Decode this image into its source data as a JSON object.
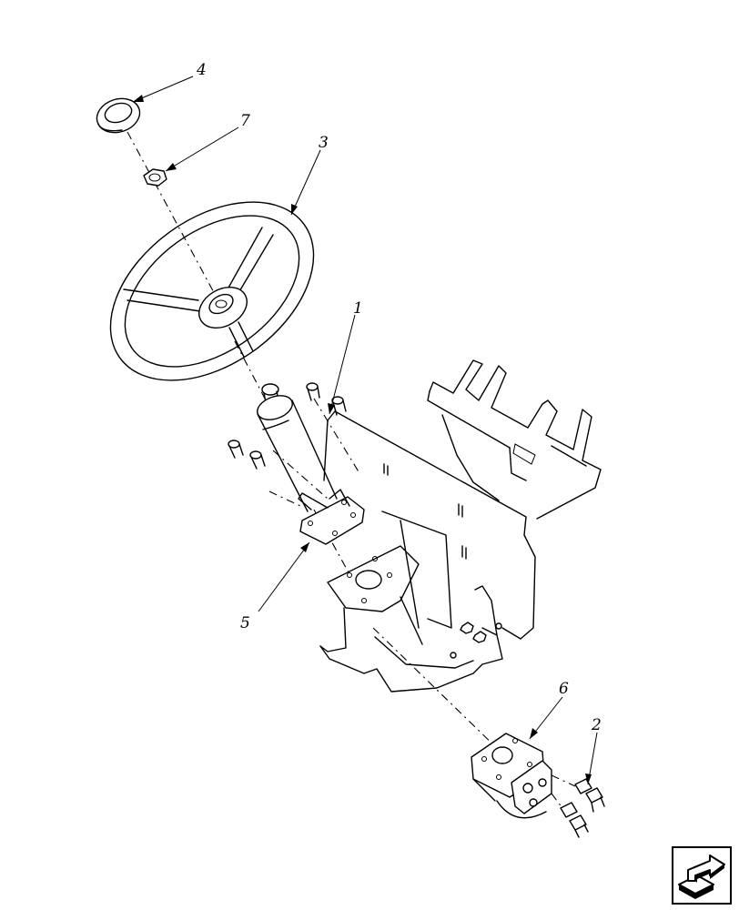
{
  "diagram": {
    "callouts": {
      "c1": "1",
      "c2": "2",
      "c3": "3",
      "c4": "4",
      "c5": "5",
      "c6": "6",
      "c7": "7"
    }
  },
  "nav": {
    "icon": "next-page-arrow-icon"
  }
}
